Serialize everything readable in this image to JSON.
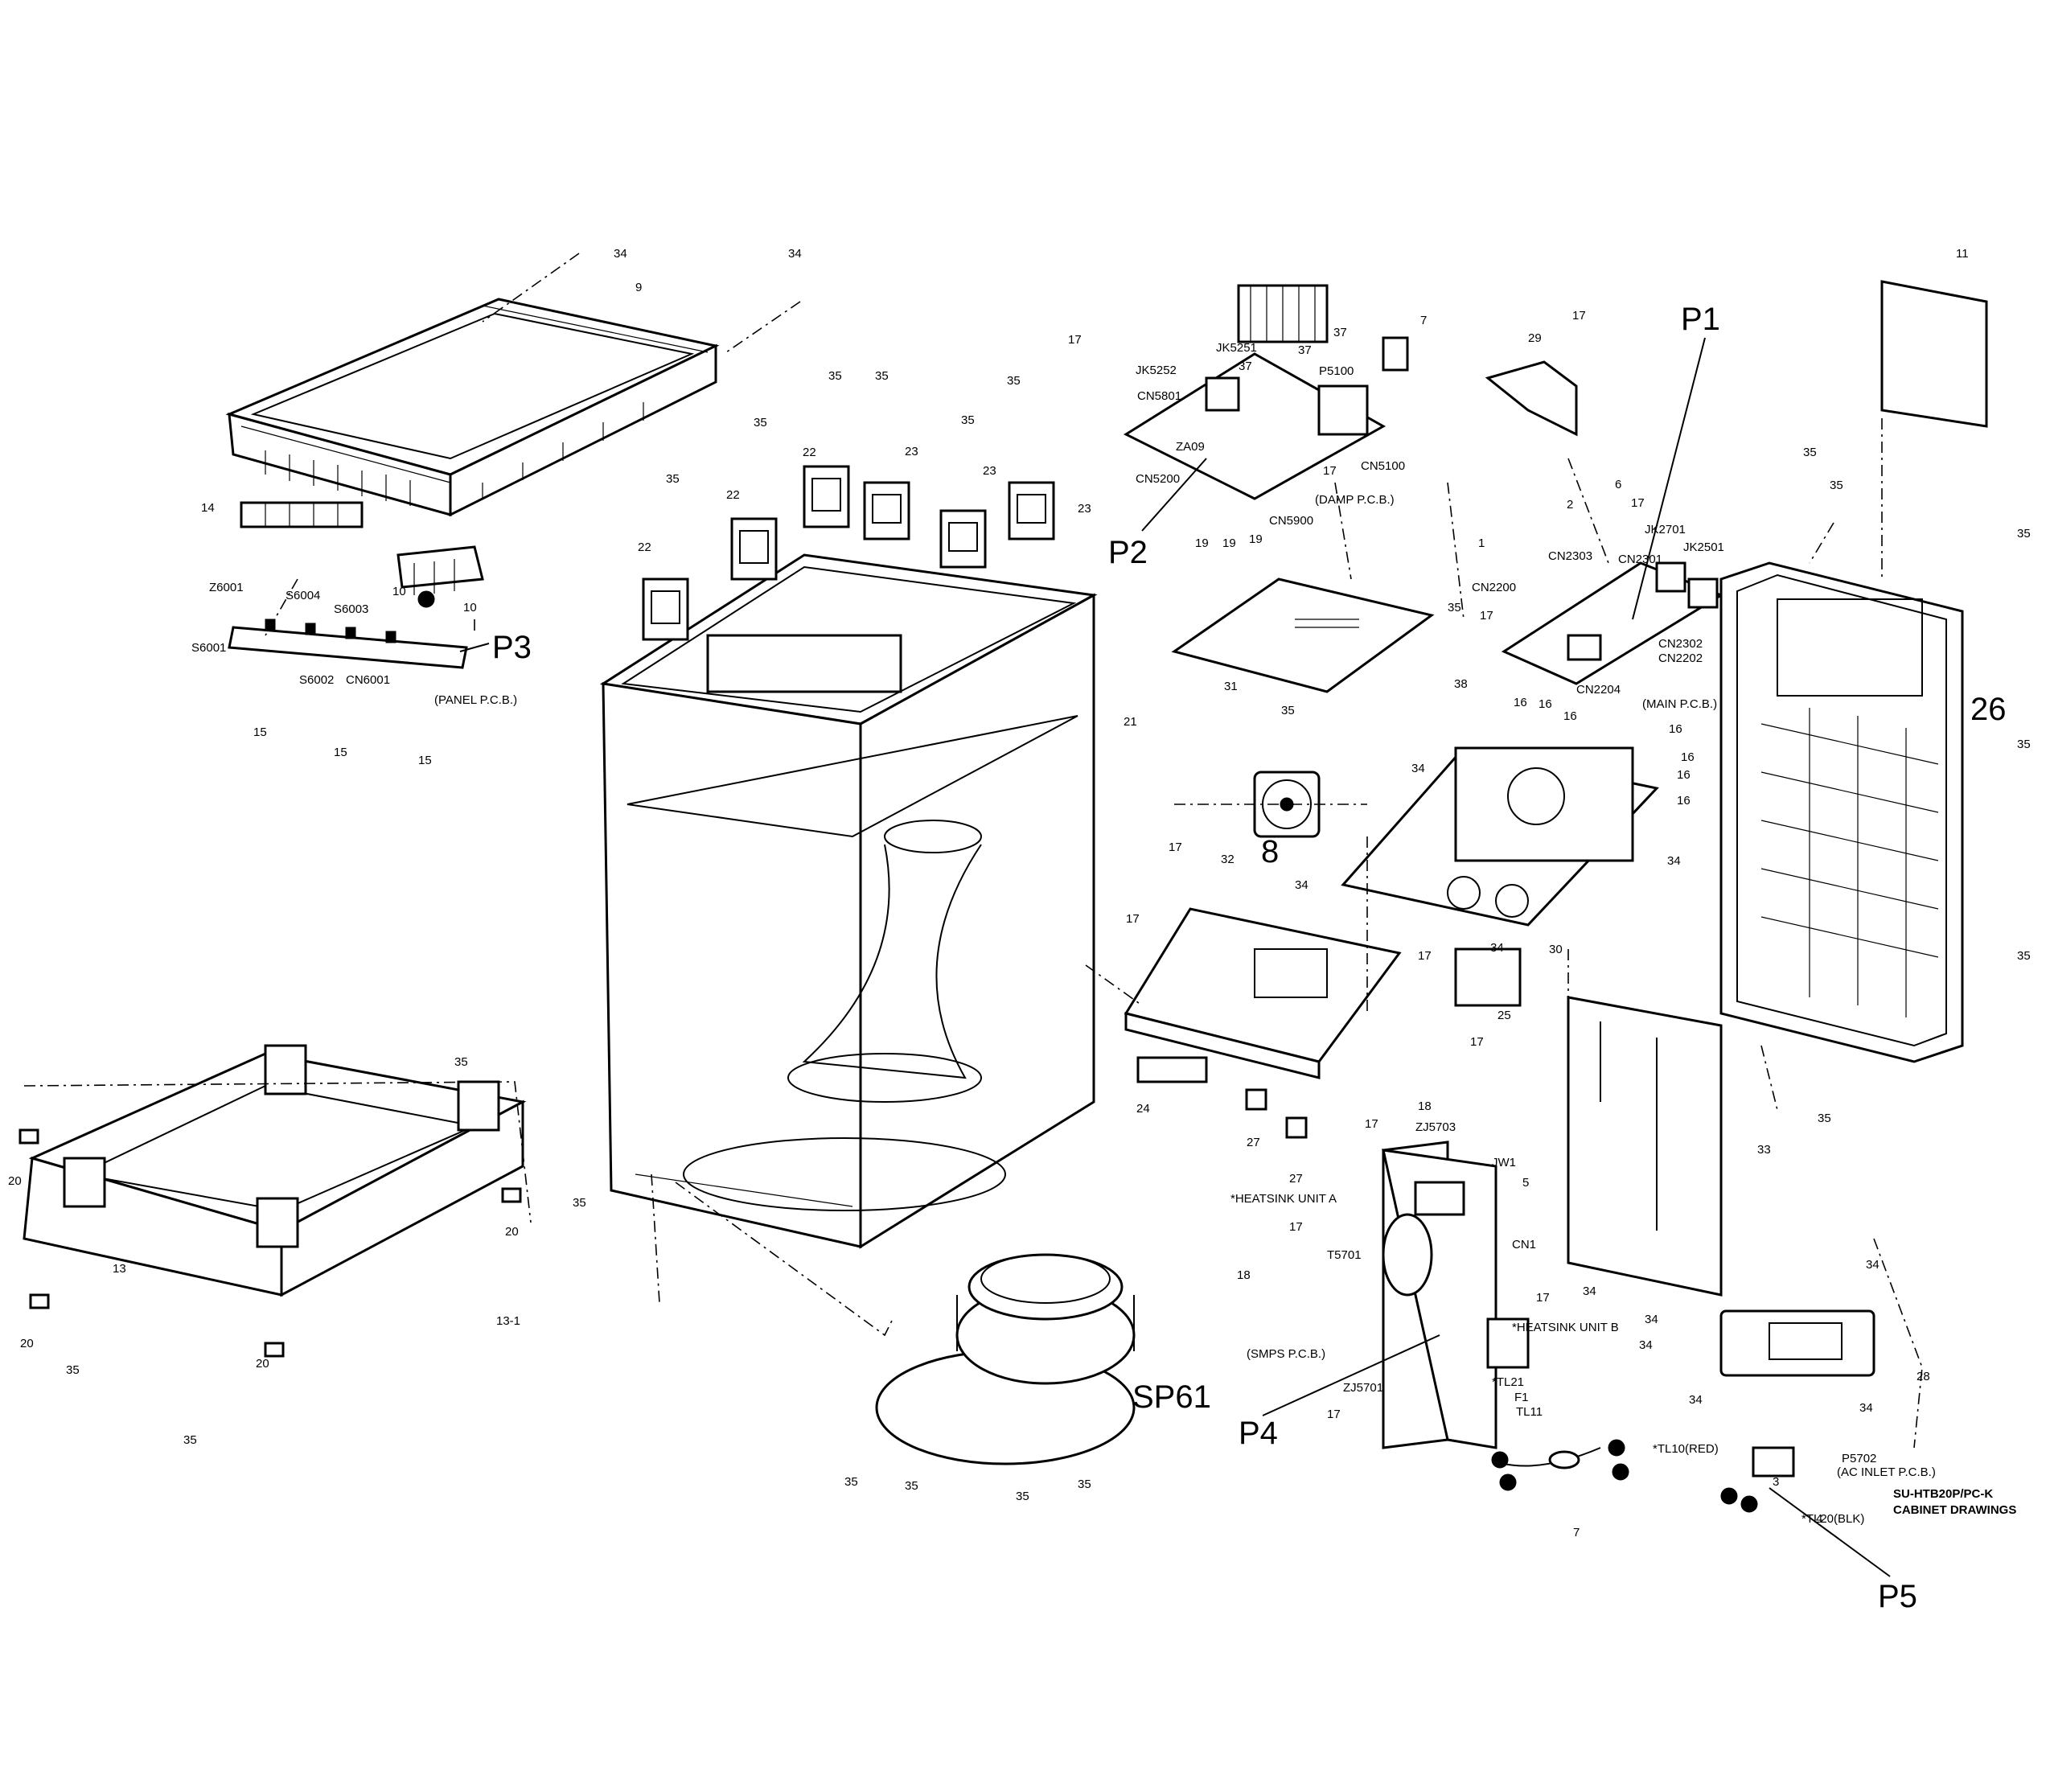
{
  "diagram": {
    "caption_model": "SU-HTB20P/PC-K",
    "caption_title": "CABINET DRAWINGS",
    "section_labels": [
      "P1",
      "P2",
      "P3",
      "P4",
      "P5",
      "SP61",
      "26",
      "8"
    ],
    "board_labels": {
      "panel": "(PANEL P.C.B.)",
      "damp": "(DAMP P.C.B.)",
      "main": "(MAIN P.C.B.)",
      "smps": "(SMPS P.C.B.)",
      "ac_inlet": "(AC INLET P.C.B.)"
    },
    "component_labels": {
      "heatsink_a": "*HEATSINK UNIT A",
      "heatsink_b": "*HEATSINK UNIT B",
      "t5701": "T5701",
      "tl10": "*TL10(RED)",
      "tl20": "*TL20(BLK)",
      "tl21": "*TL21",
      "tl11": "TL11",
      "f1": "F1",
      "jw1": "JW1",
      "cn1": "CN1",
      "zj5701": "ZJ5701",
      "zj5703": "ZJ5703",
      "p5702": "P5702",
      "z6001": "Z6001",
      "s6001": "S6001",
      "s6002": "S6002",
      "s6003": "S6003",
      "s6004": "S6004",
      "cn6001": "CN6001",
      "jk5251": "JK5251",
      "jk5252": "JK5252",
      "cn5801": "CN5801",
      "cn5200": "CN5200",
      "cn5900": "CN5900",
      "cn5100": "CN5100",
      "za09": "ZA09",
      "p5100": "P5100",
      "cn2303": "CN2303",
      "cn2301": "CN2301",
      "jk2701": "JK2701",
      "jk2501": "JK2501",
      "cn2200": "CN2200",
      "cn2302": "CN2302",
      "cn2202": "CN2202",
      "cn2204": "CN2204"
    },
    "part_numbers": [
      "1",
      "2",
      "3",
      "4",
      "5",
      "6",
      "7",
      "9",
      "10",
      "11",
      "13",
      "13-1",
      "14",
      "15",
      "16",
      "17",
      "18",
      "19",
      "20",
      "21",
      "22",
      "23",
      "24",
      "25",
      "27",
      "28",
      "29",
      "30",
      "31",
      "32",
      "33",
      "34",
      "35",
      "37",
      "38"
    ]
  }
}
